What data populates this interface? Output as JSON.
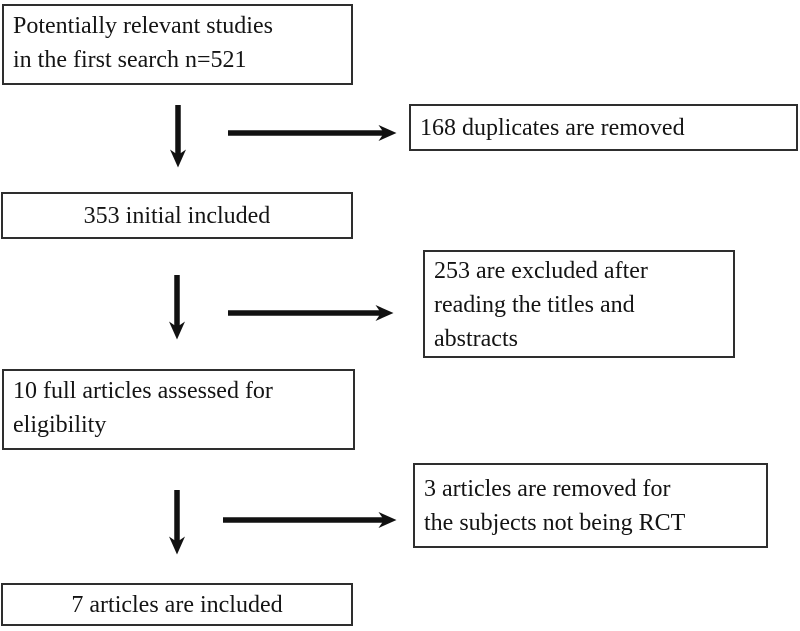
{
  "flow": {
    "search": {
      "lines": [
        "Potentially relevant studies",
        "in the first search n=521"
      ]
    },
    "initial": {
      "lines": [
        "353 initial included"
      ]
    },
    "fulltext": {
      "lines": [
        "10 full articles assessed for",
        "eligibility"
      ]
    },
    "included": {
      "lines": [
        "7 articles are included"
      ]
    }
  },
  "exclusions": {
    "duplicates": {
      "lines": [
        "168 duplicates are removed"
      ]
    },
    "titles": {
      "lines": [
        "253 are excluded after",
        "reading the titles and",
        "abstracts"
      ]
    },
    "not_rct": {
      "lines": [
        "3 articles are removed for",
        "the subjects not being RCT"
      ]
    }
  },
  "colors": {
    "box_border": "#2e2e2e",
    "arrow": "#111111",
    "text": "#141414",
    "background": "#ffffff"
  }
}
